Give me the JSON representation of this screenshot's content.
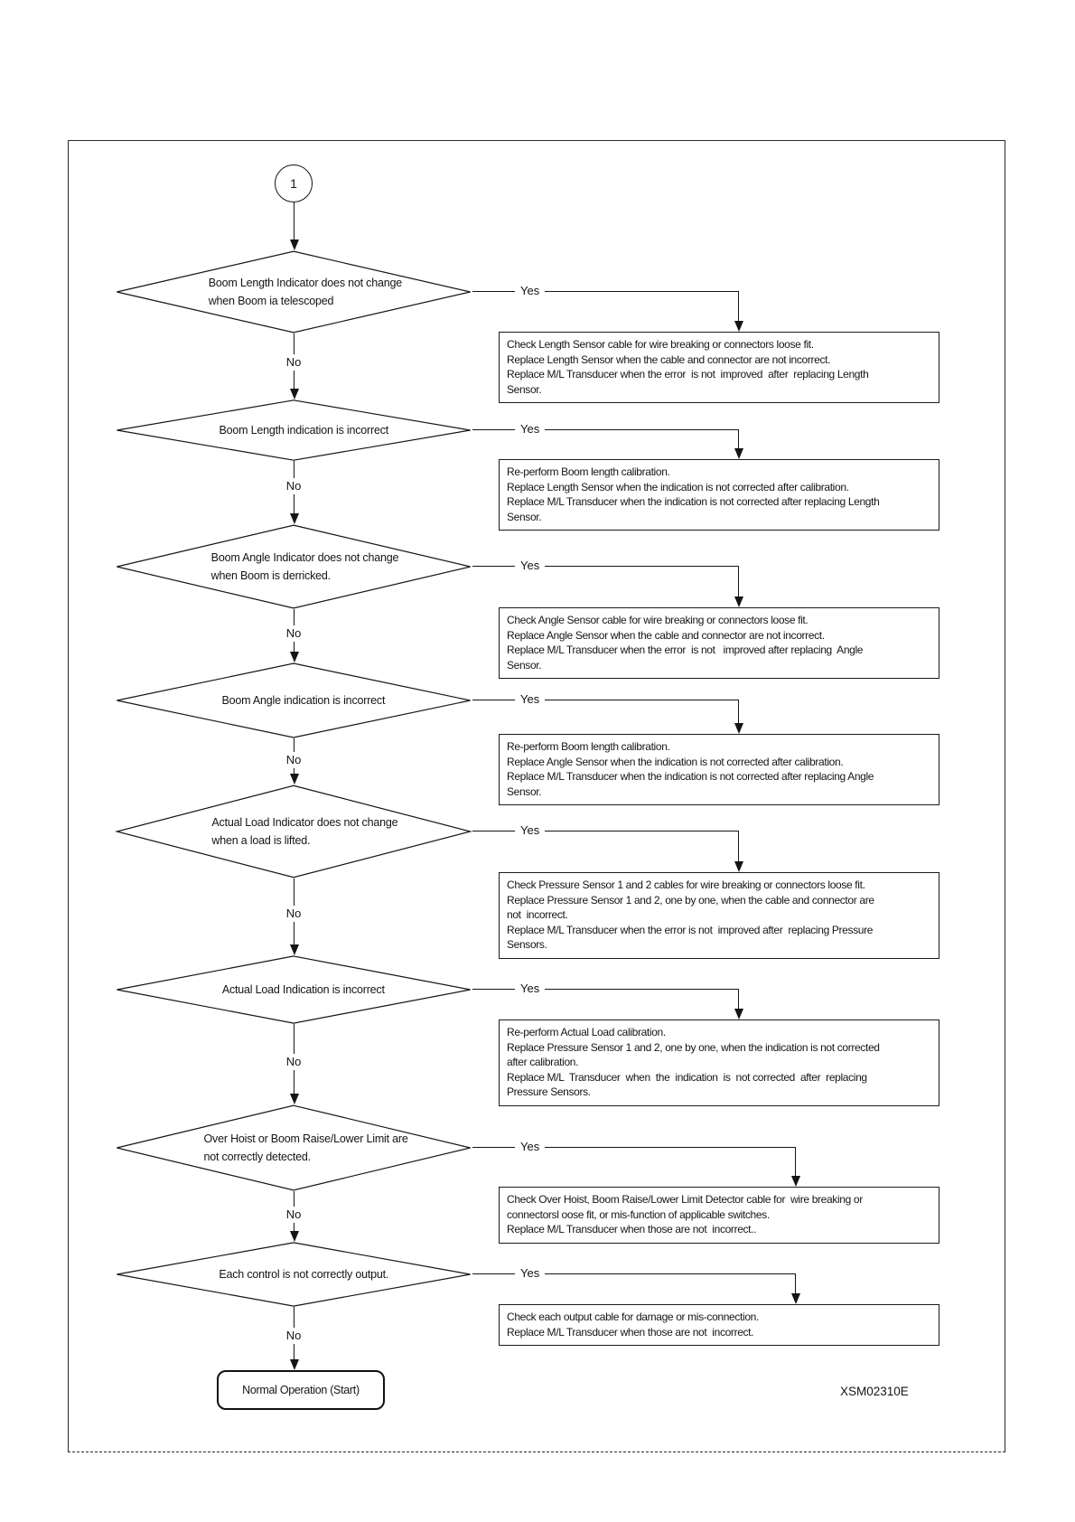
{
  "page": {
    "background": "#ffffff",
    "line_color": "#151515",
    "connector_number": "1",
    "yes_label": "Yes",
    "no_label": "No",
    "terminal_label": "Normal Operation (Start)",
    "diagram_id": "XSM02310E"
  },
  "flow": {
    "decisions": [
      {
        "lines": [
          "Boom Length Indicator does not change",
          "when Boom ia telescoped"
        ]
      },
      {
        "lines": [
          "Boom Length indication is incorrect"
        ]
      },
      {
        "lines": [
          "Boom Angle Indicator does not change",
          "when Boom is derricked."
        ]
      },
      {
        "lines": [
          "Boom Angle indication is incorrect"
        ]
      },
      {
        "lines": [
          "Actual Load Indicator does not change",
          "when a load is lifted."
        ]
      },
      {
        "lines": [
          "Actual Load Indication is incorrect"
        ]
      },
      {
        "lines": [
          "Over Hoist or Boom Raise/Lower Limit are",
          "not correctly detected."
        ]
      },
      {
        "lines": [
          "Each control is not correctly output."
        ]
      }
    ],
    "actions": [
      {
        "lines": [
          "Check Length Sensor cable for wire breaking or connectors loose fit.",
          "Replace Length Sensor when the cable and connector are not incorrect.",
          "Replace M/L Transducer when the error  is not  improved  after  replacing Length",
          "Sensor."
        ]
      },
      {
        "lines": [
          "Re-perform Boom length calibration.",
          "Replace Length Sensor when the indication is not corrected after calibration.",
          "Replace M/L Transducer when the indication is not corrected after replacing Length",
          "Sensor."
        ]
      },
      {
        "lines": [
          "Check Angle Sensor cable for wire breaking or connectors loose fit.",
          "Replace Angle Sensor when the cable and connector are not incorrect.",
          "Replace M/L Transducer when the error  is not   improved after replacing  Angle",
          "Sensor."
        ]
      },
      {
        "lines": [
          "Re-perform Boom length calibration.",
          "Replace Angle Sensor when the indication is not corrected after calibration.",
          "Replace M/L Transducer when the indication is not corrected after replacing Angle",
          "Sensor."
        ]
      },
      {
        "lines": [
          "Check Pressure Sensor 1 and 2 cables for wire breaking or connectors loose fit.",
          "Replace Pressure Sensor 1 and 2, one by one, when the cable and connector are",
          "not  incorrect.",
          "Replace M/L Transducer when the error is not  improved after  replacing Pressure",
          "Sensors."
        ]
      },
      {
        "lines": [
          "Re-perform Actual Load calibration.",
          "Replace Pressure Sensor 1 and 2, one by one, when the indication is not corrected",
          "after calibration.",
          "Replace M/L  Transducer  when  the  indication  is  not corrected  after  replacing",
          "Pressure Sensors."
        ]
      },
      {
        "lines": [
          "Check Over Hoist, Boom Raise/Lower Limit Detector cable for  wire breaking or",
          "connectorsl oose fit, or mis-function of applicable switches.",
          "Replace M/L Transducer when those are not  incorrect.."
        ]
      },
      {
        "lines": [
          "Check each output cable for damage or mis-connection.",
          "Replace M/L Transducer when those are not  incorrect."
        ]
      }
    ]
  }
}
